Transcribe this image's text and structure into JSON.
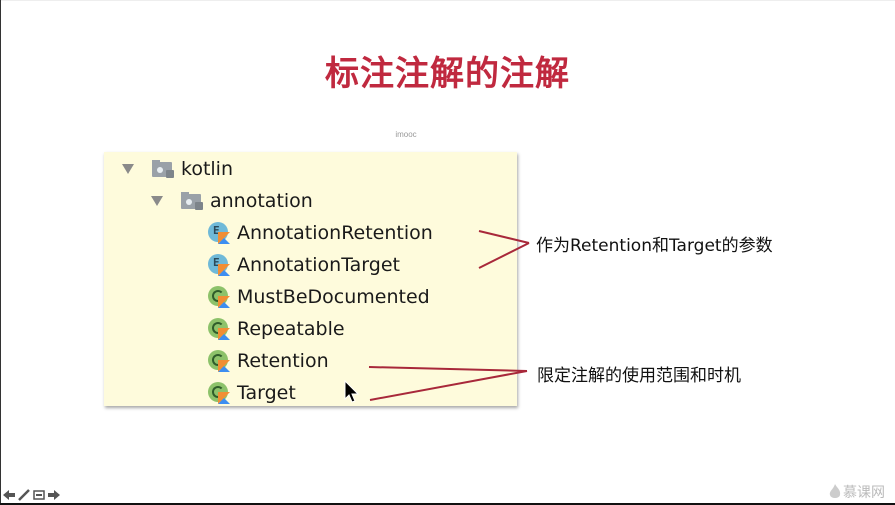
{
  "slide": {
    "title": "标注注解的注解",
    "watermark": "imooc",
    "accent_color": "#c0293f"
  },
  "tree": {
    "root": {
      "label": "kotlin",
      "icon": "package-icon",
      "expanded": true
    },
    "child": {
      "label": "annotation",
      "icon": "package-icon",
      "expanded": true
    },
    "items": [
      {
        "label": "AnnotationRetention",
        "icon": "kotlin-enum-icon"
      },
      {
        "label": "AnnotationTarget",
        "icon": "kotlin-enum-icon"
      },
      {
        "label": "MustBeDocumented",
        "icon": "kotlin-annotation-icon"
      },
      {
        "label": "Repeatable",
        "icon": "kotlin-annotation-icon"
      },
      {
        "label": "Retention",
        "icon": "kotlin-annotation-icon"
      },
      {
        "label": "Target",
        "icon": "kotlin-annotation-icon"
      }
    ],
    "background_color": "#fefbdc"
  },
  "annotations": [
    {
      "text": "作为Retention和Target的参数"
    },
    {
      "text": "限定注解的使用范围和时机"
    }
  ],
  "footer": {
    "nav_icons": [
      "prev-arrow-icon",
      "pen-icon",
      "notes-icon",
      "next-arrow-icon"
    ],
    "logo_text": "慕课网"
  }
}
